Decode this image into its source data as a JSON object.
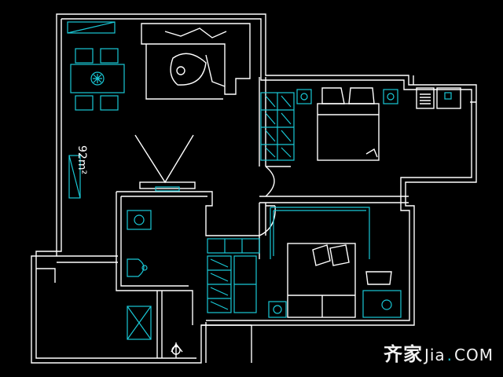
{
  "floor_plan": {
    "area_label": "92m²",
    "line_color": "#ffffff",
    "furniture_color": "#19c8d6",
    "background": "#000000"
  },
  "watermark": {
    "brand_cn": "齐家",
    "brand_domain_a": "Jia",
    "brand_dot": ".",
    "brand_domain_b": "COM"
  }
}
